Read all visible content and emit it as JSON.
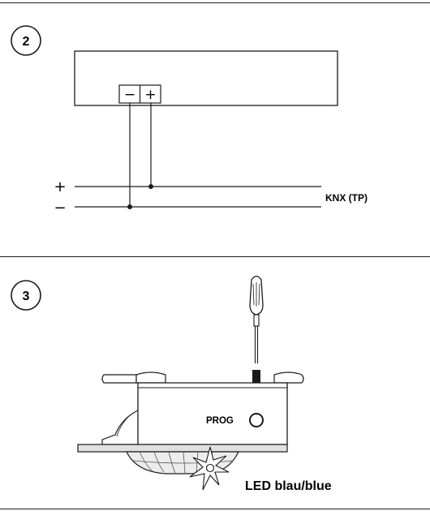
{
  "step2": {
    "number": "2",
    "terminal_minus": "−",
    "terminal_plus": "+",
    "bus_plus": "+",
    "bus_minus": "−",
    "bus_label": "KNX (TP)"
  },
  "step3": {
    "number": "3",
    "prog_label": "PROG",
    "led_label": "LED blau/blue"
  }
}
